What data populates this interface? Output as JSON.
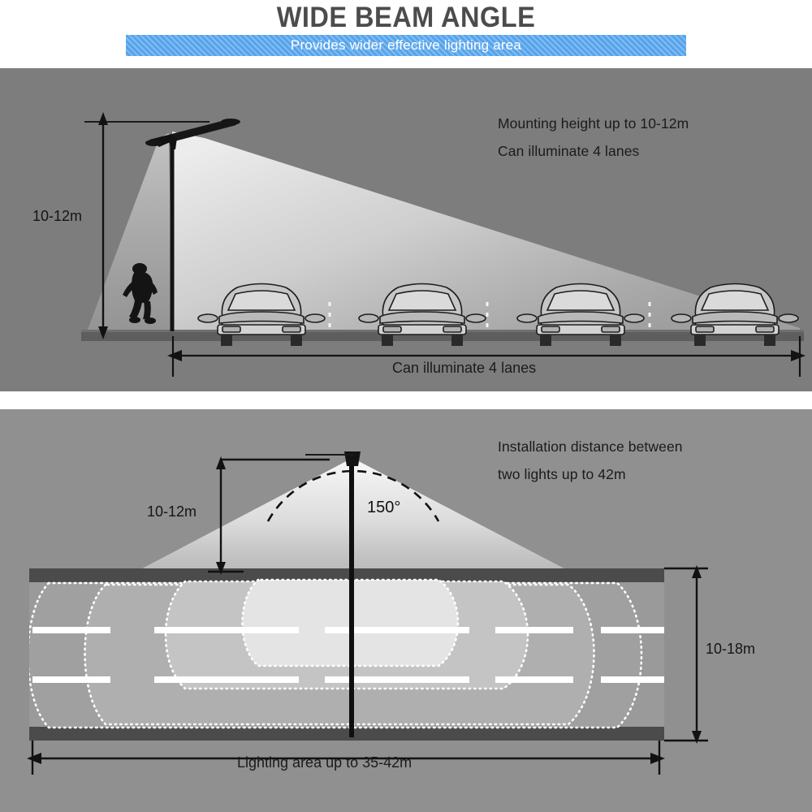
{
  "header": {
    "title": "WIDE BEAM ANGLE",
    "subtitle": "Provides wider effective lighting area",
    "title_color": "#4c4c4c",
    "subbar_color": "#55a3ec"
  },
  "panel1": {
    "name": "side-elevation-beam-diagram",
    "background": "#7d7d7d",
    "note_line1": "Mounting height up to 10-12m",
    "note_line2": "Can illuminate 4 lanes",
    "height_label": "10-12m",
    "width_caption": "Can illuminate 4 lanes",
    "car_count": 4,
    "lamp_color": "#1a1a1a",
    "road_color": "#5e5e5e"
  },
  "panel2": {
    "name": "plan-view-lighting-area-diagram",
    "background": "#909090",
    "note_line1": "Installation distance between",
    "note_line2": "two lights up to 42m",
    "height_label": "10-12m",
    "beam_angle": "150°",
    "road_width_label": "10-18m",
    "length_caption": "Lighting area up to 35-42m",
    "road_color": "#4b4b4b",
    "contour_outline": "#ffffff"
  }
}
